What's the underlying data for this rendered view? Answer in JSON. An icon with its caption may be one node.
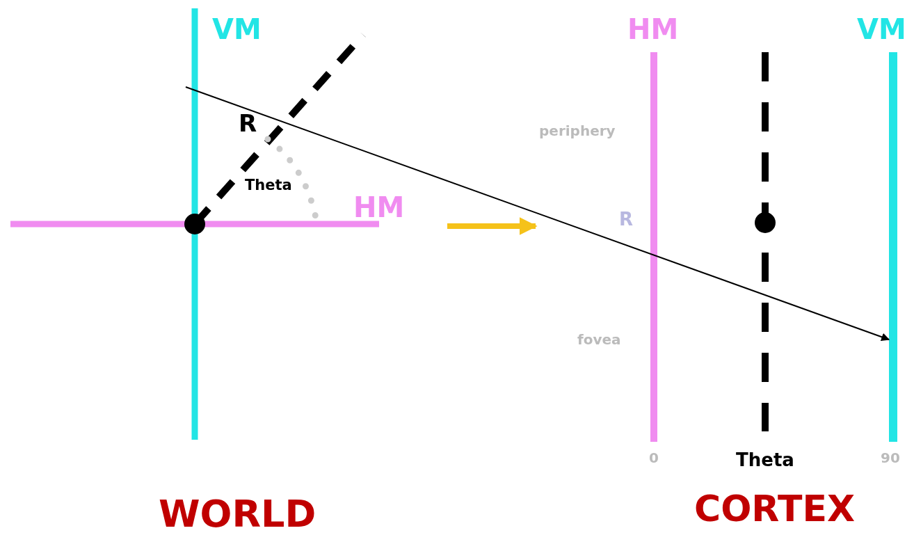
{
  "diagram": {
    "nodes": [
      {
        "text": [
          "VM",
          "R",
          "Theta",
          "HM",
          "WORLD"
        ]
      },
      {
        "text": [
          "HM",
          "VM",
          "periphery",
          "R",
          "fovea",
          "0",
          "Theta",
          "90",
          "CORTEX"
        ]
      },
      {
        "text": [],
        "shape": "bar",
        "in": 1
      }
    ],
    "edges": [
      {
        "from": 0,
        "to": 1,
        "arrow": "to",
        "style": "thick",
        "color": "#f5c21a"
      },
      {
        "from": 0,
        "to": 2,
        "arrow": "to",
        "color": "#000000"
      }
    ]
  }
}
